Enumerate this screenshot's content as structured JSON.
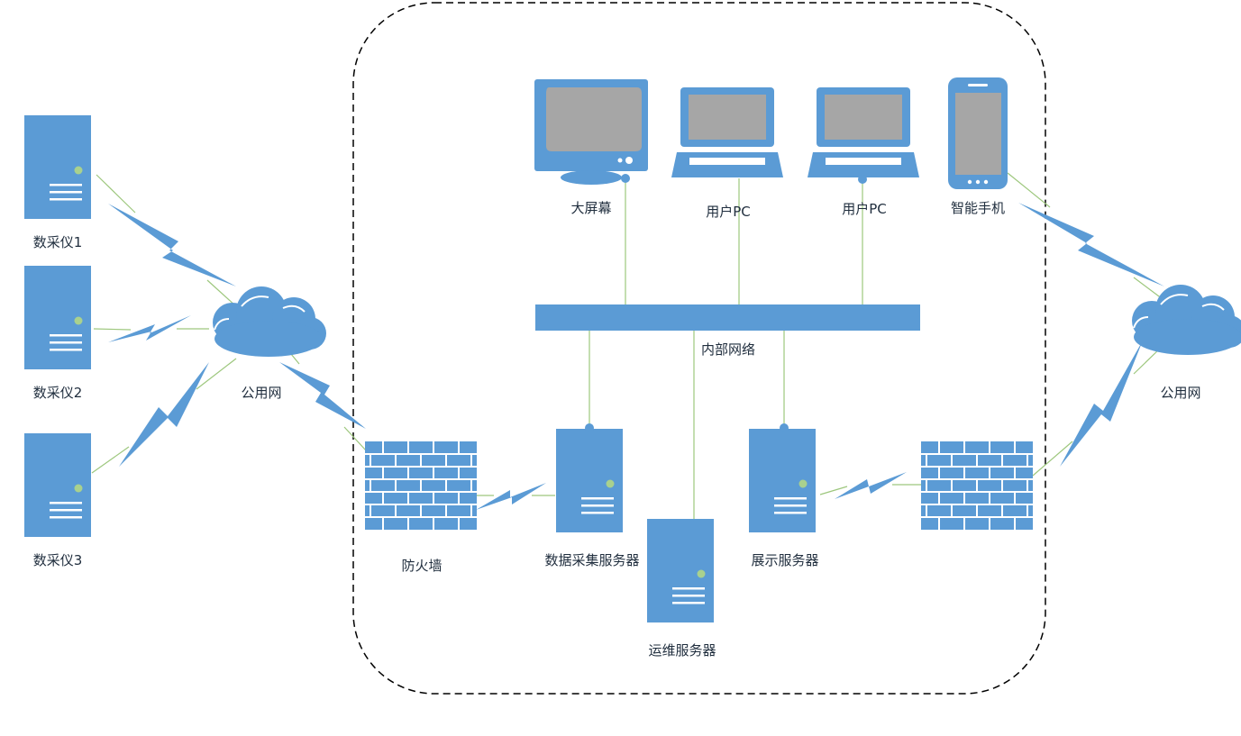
{
  "colors": {
    "device": "#5b9bd5",
    "screen": "#a6a6a6",
    "line": "#9dc77d",
    "led": "#a9d18e",
    "border": "#000000"
  },
  "labels": {
    "collector1": "数采仪1",
    "collector2": "数采仪2",
    "collector3": "数采仪3",
    "public_net_left": "公用网",
    "public_net_right": "公用网",
    "firewall": "防火墙",
    "big_screen": "大屏幕",
    "user_pc_1": "用户PC",
    "user_pc_2": "用户PC",
    "smartphone": "智能手机",
    "internal_network": "内部网络",
    "data_server": "数据采集服务器",
    "ops_server": "运维服务器",
    "display_server": "展示服务器"
  },
  "icons": {
    "server": "server-icon",
    "cloud": "cloud-icon",
    "firewall": "firewall-icon",
    "monitor": "monitor-icon",
    "laptop": "laptop-icon",
    "phone": "smartphone-icon",
    "wireless": "lightning-bolt-icon"
  }
}
